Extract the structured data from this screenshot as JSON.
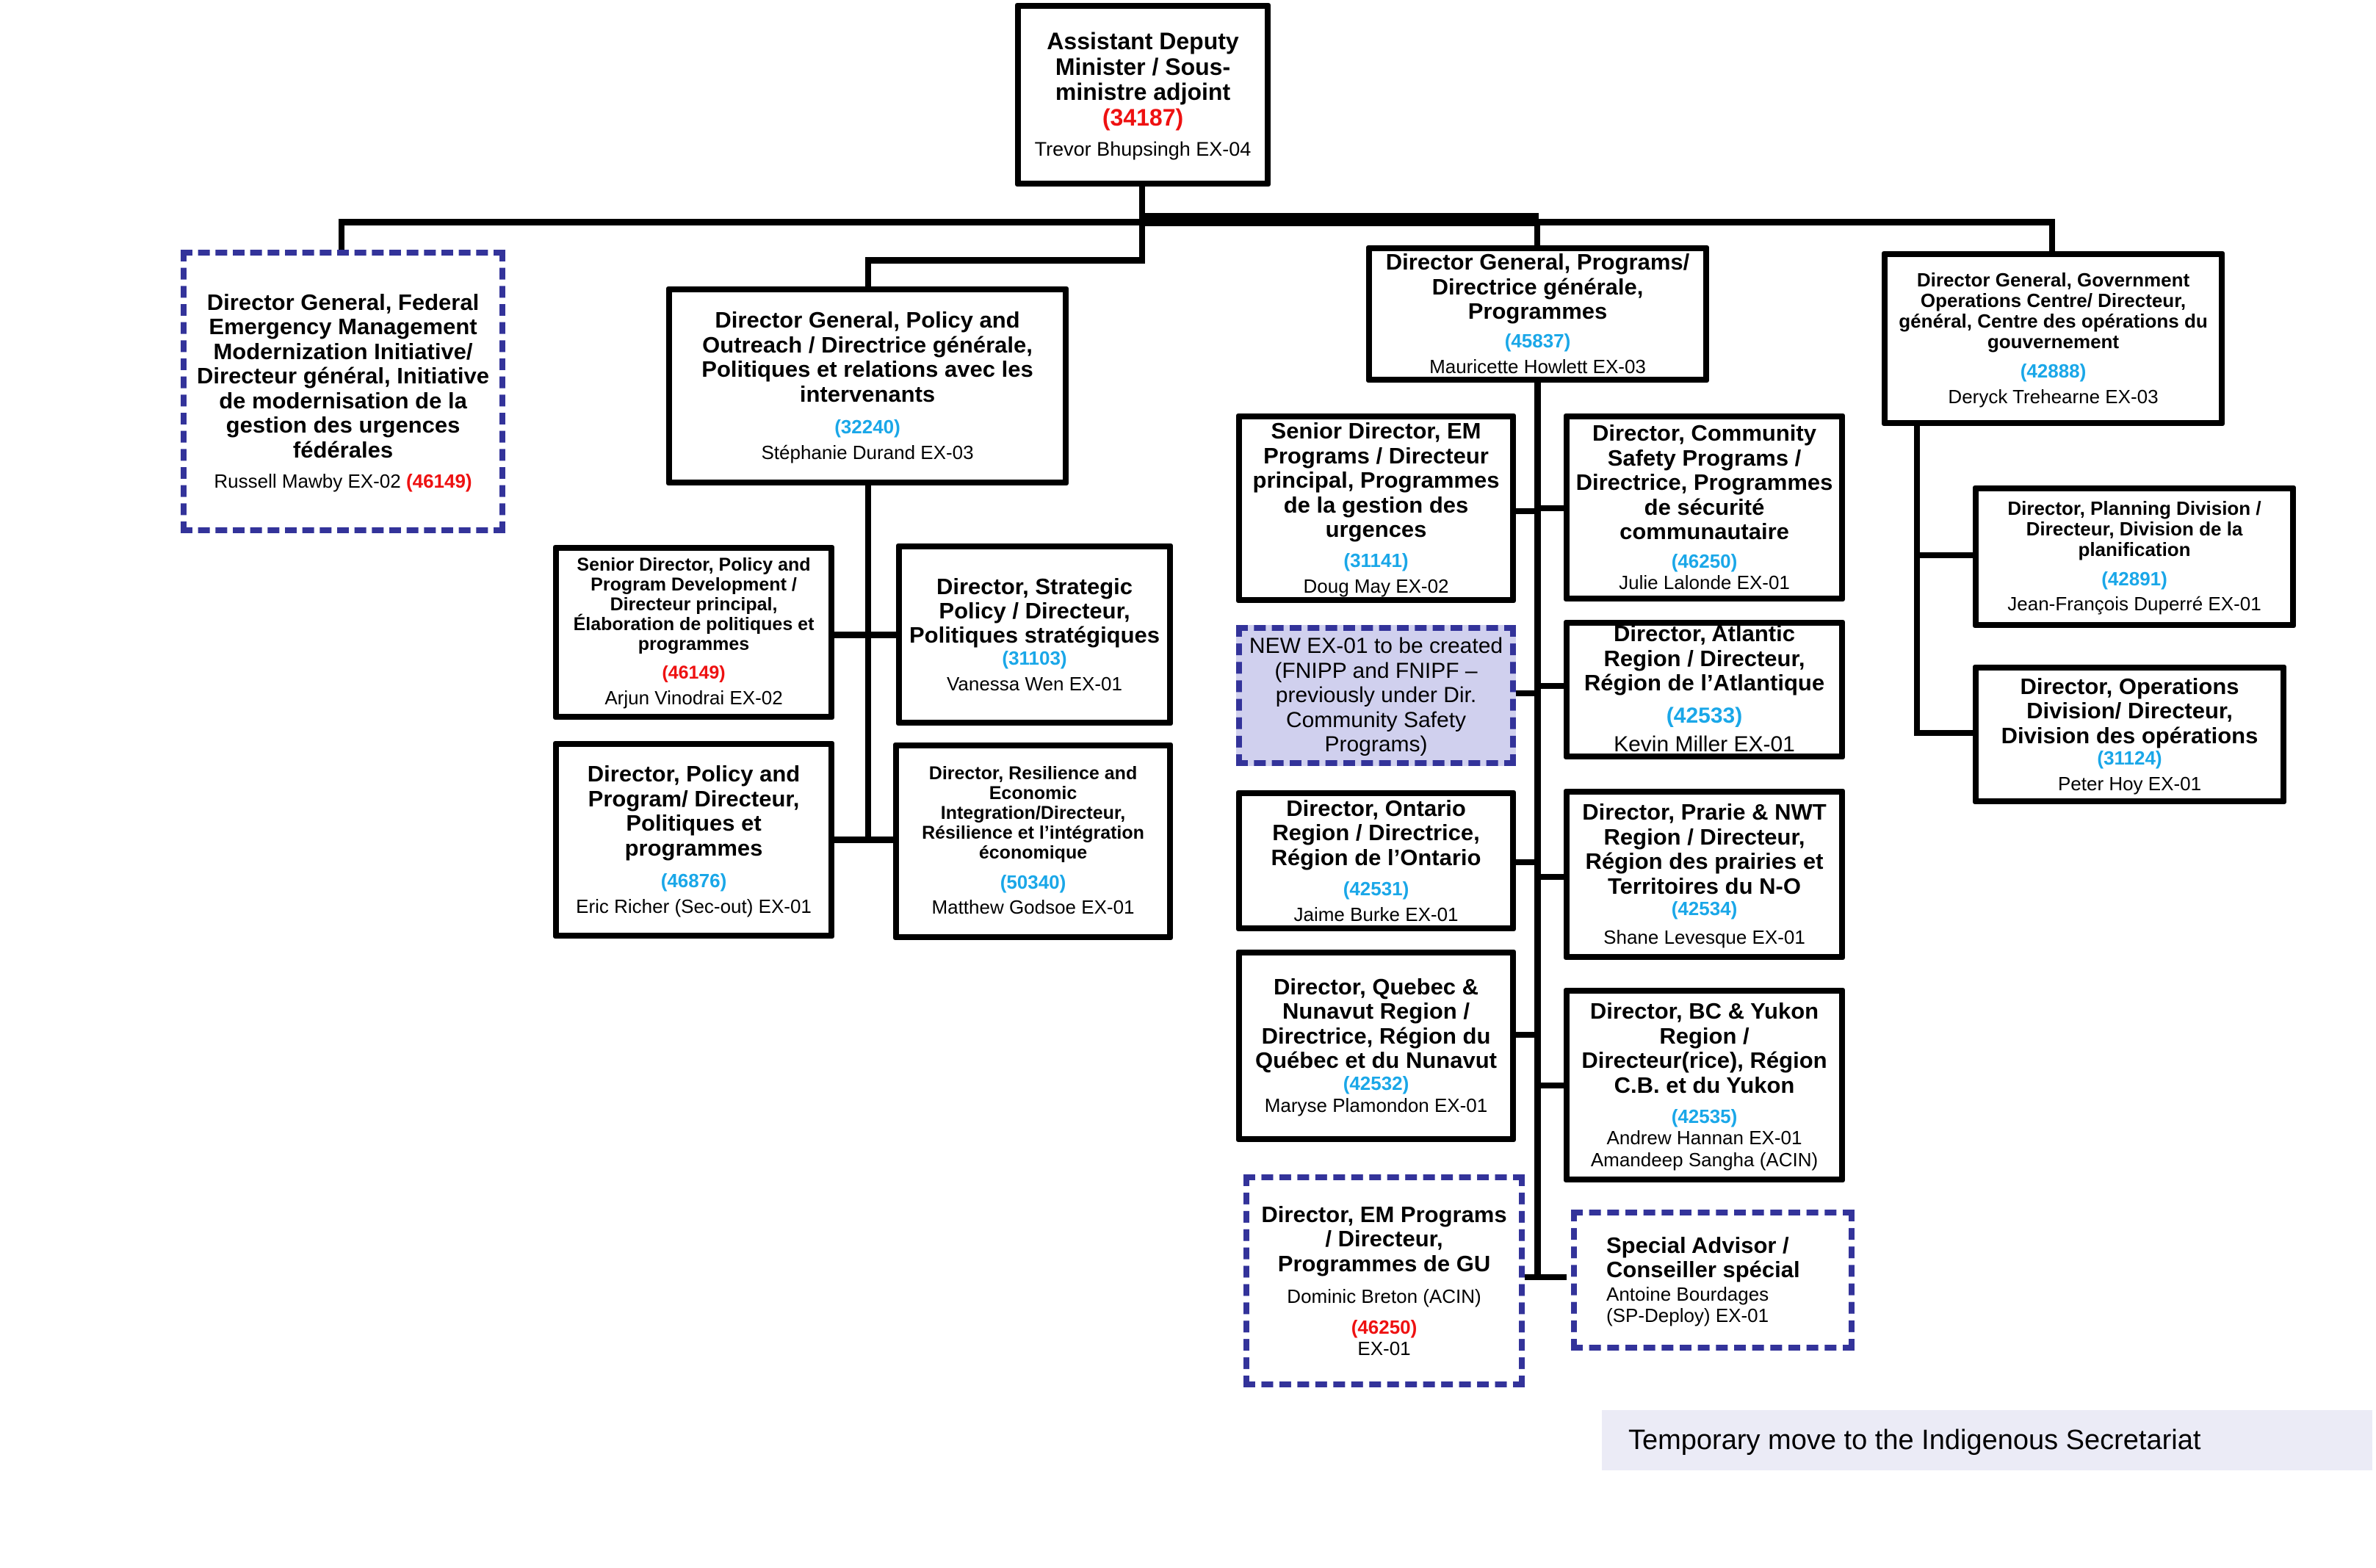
{
  "colors": {
    "line": "#000000",
    "dashed_border": "#33339a",
    "vacant_code": "#ee1111",
    "filled_code": "#1aa7e8",
    "new_position_fill": "#d0d0ee",
    "legend_fill": "#ebebf6"
  },
  "adm": {
    "title": "Assistant Deputy Minister / Sous-ministre adjoint",
    "code": "(34187)",
    "name": "Trevor Bhupsingh EX-04"
  },
  "dg_femmi": {
    "title": "Director General, Federal Emergency Management Modernization Initiative/ Directeur général, Initiative de modernisation de la gestion des urgences fédérales",
    "name": "Russell Mawby EX-02",
    "code": "(46149)"
  },
  "dg_policy": {
    "title": "Director General, Policy and Outreach / Directrice générale, Politiques et relations avec les intervenants",
    "code": "(32240)",
    "name": "Stéphanie Durand EX-03",
    "children": [
      {
        "title": "Senior Director, Policy and Program Development / Directeur principal, Élaboration de politiques et programmes",
        "code": "(46149)",
        "name": "Arjun Vinodrai EX-02"
      },
      {
        "title": "Director, Strategic Policy / Directeur, Politiques stratégiques",
        "code": "(31103)",
        "name": "Vanessa Wen EX-01"
      },
      {
        "title": "Director, Policy and Program/ Directeur, Politiques et programmes",
        "code": "(46876)",
        "name": "Eric Richer (Sec-out) EX-01"
      },
      {
        "title": "Director, Resilience and Economic Integration/Directeur, Résilience et l’intégration économique",
        "code": "(50340)",
        "name": "Matthew Godsoe  EX-01"
      }
    ]
  },
  "dg_programs": {
    "title": "Director General, Programs/ Directrice générale, Programmes",
    "code": "(45837)",
    "name": "Mauricette Howlett EX-03",
    "left": [
      {
        "title": "Senior Director, EM Programs / Directeur principal, Programmes de la gestion des urgences",
        "code": "(31141)",
        "name": "Doug May EX-02"
      },
      {
        "text": "NEW EX-01 to be created (FNIPP and FNIPF – previously under Dir. Community Safety Programs)"
      },
      {
        "title": "Director, Ontario Region / Directrice, Région de l’Ontario",
        "code": "(42531)",
        "name": "Jaime Burke EX-01"
      },
      {
        "title": "Director, Quebec & Nunavut Region / Directrice, Région du Québec et du Nunavut",
        "code": "(42532)",
        "name": "Maryse Plamondon EX-01"
      },
      {
        "title": "Director, EM Programs / Directeur, Programmes de GU",
        "name": "Dominic Breton (ACIN)",
        "code": "(46250)",
        "level": "EX-01"
      }
    ],
    "right": [
      {
        "title": "Director, Community Safety Programs / Directrice, Programmes de sécurité communautaire",
        "code": "(46250)",
        "name": "Julie Lalonde EX-01"
      },
      {
        "title": "Director, Atlantic Region / Directeur, Région de l’Atlantique",
        "code": "(42533)",
        "name": "Kevin Miller EX-01"
      },
      {
        "title": "Director, Prarie & NWT Region / Directeur, Région des prairies et Territoires du N-O",
        "code": "(42534)",
        "name": "Shane Levesque EX-01"
      },
      {
        "title": "Director, BC & Yukon Region / Directeur(rice), Région C.B. et du Yukon",
        "code": "(42535)",
        "name": "Andrew Hannan EX-01",
        "name2": "Amandeep Sangha (ACIN)"
      },
      {
        "title": "Special Advisor / Conseiller spécial",
        "name": "Antoine Bourdages (SP-Deploy) EX-01"
      }
    ]
  },
  "dg_goc": {
    "title": "Director General, Government Operations Centre/ Directeur, général, Centre des opérations du gouvernement",
    "code": "(42888)",
    "name": "Deryck Trehearne EX-03",
    "children": [
      {
        "title": "Director, Planning Division / Directeur, Division de la planification",
        "code": "(42891)",
        "name": "Jean-François Duperré EX-01"
      },
      {
        "title": "Director, Operations Division/ Directeur, Division des opérations",
        "code": "(31124)",
        "name": "Peter Hoy EX-01"
      }
    ]
  },
  "legend": {
    "label": "Temporary move to the Indigenous Secretariat"
  }
}
